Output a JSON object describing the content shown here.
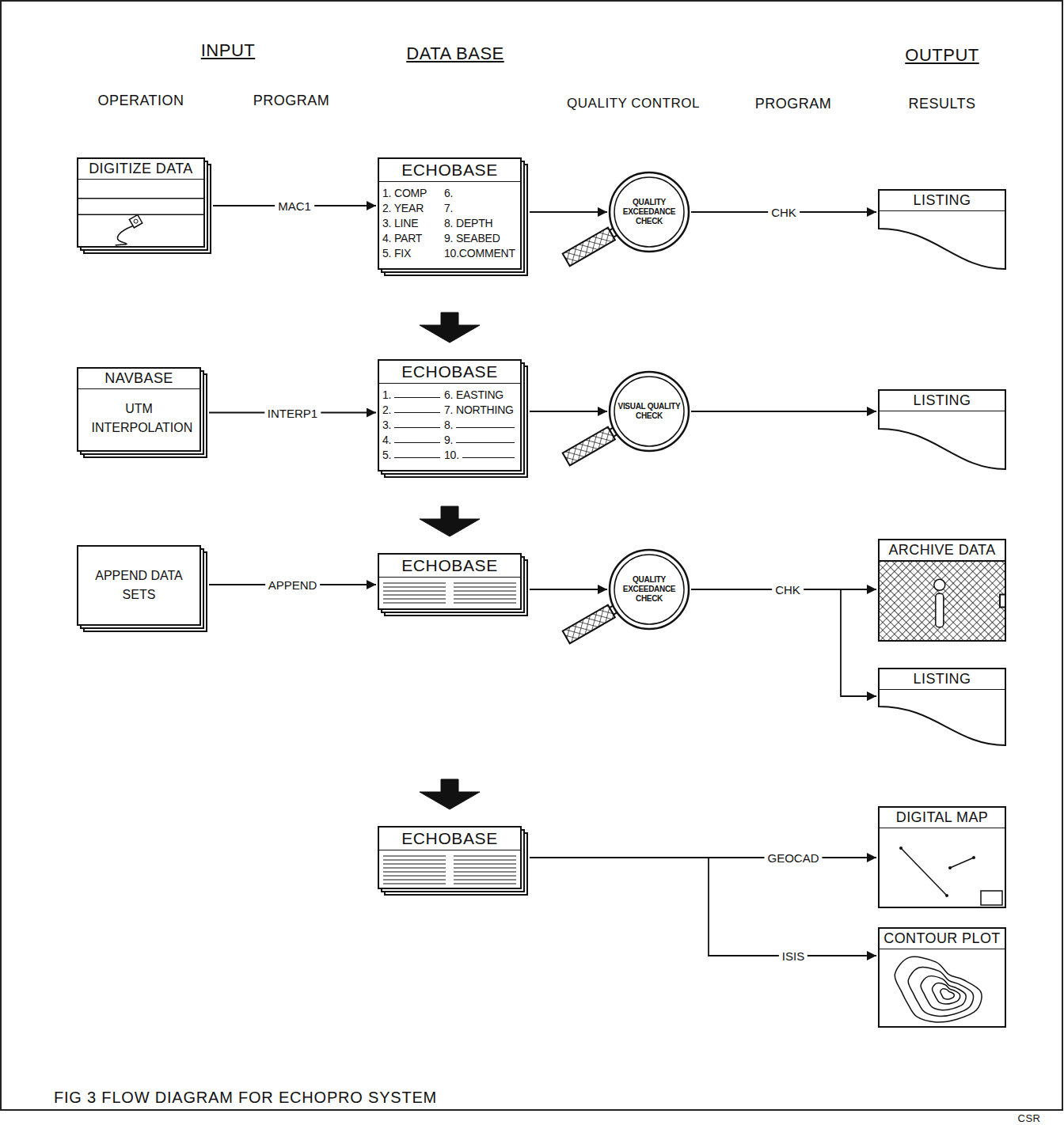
{
  "diagram": {
    "caption": "FIG 3 FLOW DIAGRAM FOR ECHOPRO SYSTEM",
    "nodes": [
      {
        "text": [
          "DIGITIZE DATA"
        ]
      },
      {
        "text": [
          "ECHOBASE",
          "1. COMP",
          "2. YEAR",
          "3. LINE",
          "4. PART",
          "5. FIX",
          "6.",
          "7.",
          "8. DEPTH",
          "9. SEABED",
          "10.COMMENT"
        ]
      },
      {
        "text": [
          "QUALITY EXCEEDANCE CHECK"
        ]
      },
      {
        "text": [
          "LISTING"
        ]
      },
      {
        "text": [
          "NAVBASE",
          "UTM INTERPOLATION"
        ]
      },
      {
        "text": [
          "ECHOBASE",
          "1.",
          "2.",
          "3.",
          "4.",
          "5.",
          "6. EASTING",
          "7. NORTHING",
          "8.",
          "9.",
          "10."
        ]
      },
      {
        "text": [
          "VISUAL QUALITY CHECK"
        ]
      },
      {
        "text": [
          "LISTING"
        ]
      },
      {
        "text": [
          "APPEND DATA SETS"
        ]
      },
      {
        "text": [
          "ECHOBASE"
        ]
      },
      {
        "text": [
          "QUALITY EXCEEDANCE CHECK"
        ]
      },
      {
        "text": [
          "ARCHIVE DATA"
        ]
      },
      {
        "text": [
          "LISTING"
        ]
      },
      {
        "text": [
          "ECHOBASE"
        ]
      },
      {
        "text": [
          "DIGITAL MAP"
        ]
      },
      {
        "text": [
          "CONTOUR PLOT"
        ]
      }
    ],
    "edges": [
      {
        "from": 0,
        "to": 1,
        "label": "MAC1",
        "arrow": "to"
      },
      {
        "from": 1,
        "to": 2,
        "arrow": "to"
      },
      {
        "from": 2,
        "to": 3,
        "label": "CHK",
        "arrow": "to"
      },
      {
        "from": 1,
        "to": 5,
        "arrow": "to"
      },
      {
        "from": 4,
        "to": 5,
        "label": "INTERP1",
        "arrow": "to"
      },
      {
        "from": 5,
        "to": 6,
        "arrow": "to"
      },
      {
        "from": 6,
        "to": 7,
        "arrow": "to"
      },
      {
        "from": 5,
        "to": 9,
        "arrow": "to"
      },
      {
        "from": 8,
        "to": 9,
        "label": "APPEND",
        "arrow": "to"
      },
      {
        "from": 9,
        "to": 10,
        "arrow": "to"
      },
      {
        "from": 10,
        "to": 11,
        "label": "CHK",
        "arrow": "to"
      },
      {
        "from": 10,
        "to": 12,
        "arrow": "to"
      },
      {
        "from": 9,
        "to": 13,
        "arrow": "to"
      },
      {
        "from": 13,
        "to": 14,
        "label": "GEOCAD",
        "arrow": "to"
      },
      {
        "from": 13,
        "to": 15,
        "label": "ISIS",
        "arrow": "to"
      }
    ],
    "labels": [
      "INPUT",
      "DATA BASE",
      "OUTPUT",
      "OPERATION",
      "PROGRAM",
      "QUALITY CONTROL",
      "PROGRAM",
      "RESULTS",
      "CSR"
    ]
  }
}
